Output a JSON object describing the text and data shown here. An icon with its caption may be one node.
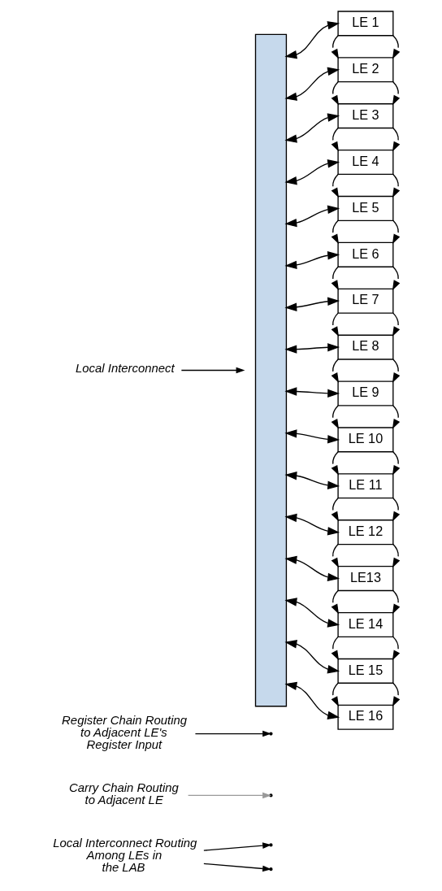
{
  "diagram": {
    "nodes": [
      {
        "text": [
          "Local Interconnect Routing Among LEs in the LAB"
        ]
      },
      {
        "text": [
          "Carry Chain Routing to Adjacent LE"
        ]
      },
      {
        "text": [
          "Register Chain Routing to Adjacent LE's Register Input"
        ]
      },
      {
        "text": [
          "Local Interconnect"
        ]
      },
      {
        "text": [],
        "shape": "bar"
      },
      {
        "text": [
          "LE 1"
        ]
      },
      {
        "text": [
          "LE 2"
        ]
      },
      {
        "text": [
          "LE 3"
        ]
      },
      {
        "text": [
          "LE 4"
        ]
      },
      {
        "text": [
          "LE 5"
        ]
      },
      {
        "text": [
          "LE 6"
        ]
      },
      {
        "text": [
          "LE 7"
        ]
      },
      {
        "text": [
          "LE 8"
        ]
      },
      {
        "text": [
          "LE 9"
        ]
      },
      {
        "text": [
          "LE 10"
        ]
      },
      {
        "text": [
          "LE 11"
        ]
      },
      {
        "text": [
          "LE 12"
        ]
      },
      {
        "text": [
          "LE13"
        ]
      },
      {
        "text": [
          "LE 14"
        ]
      },
      {
        "text": [
          "LE 15"
        ]
      },
      {
        "text": [
          "LE 16"
        ]
      }
    ],
    "edges": [
      {
        "from": 0,
        "to": null,
        "arrow": "to"
      },
      {
        "from": 0,
        "to": null,
        "arrow": "to"
      },
      {
        "from": 1,
        "to": null,
        "arrow": "to",
        "color": "#999999"
      },
      {
        "from": 2,
        "to": null,
        "arrow": "to"
      },
      {
        "from": 3,
        "to": 4,
        "arrow": "to"
      },
      {
        "from": 4,
        "to": 5,
        "arrow": "both"
      },
      {
        "from": 4,
        "to": 6,
        "arrow": "both"
      },
      {
        "from": 4,
        "to": 7,
        "arrow": "both"
      },
      {
        "from": 4,
        "to": 8,
        "arrow": "both"
      },
      {
        "from": 4,
        "to": 9,
        "arrow": "both"
      },
      {
        "from": 4,
        "to": 10,
        "arrow": "both"
      },
      {
        "from": 4,
        "to": 11,
        "arrow": "both"
      },
      {
        "from": 4,
        "to": 12,
        "arrow": "both"
      },
      {
        "from": 4,
        "to": 13,
        "arrow": "both"
      },
      {
        "from": 4,
        "to": 14,
        "arrow": "both"
      },
      {
        "from": 4,
        "to": 15,
        "arrow": "both"
      },
      {
        "from": 4,
        "to": 16,
        "arrow": "both"
      },
      {
        "from": 4,
        "to": 17,
        "arrow": "both"
      },
      {
        "from": 4,
        "to": 18,
        "arrow": "both"
      },
      {
        "from": 4,
        "to": 19,
        "arrow": "both"
      },
      {
        "from": 4,
        "to": 20,
        "arrow": "both"
      },
      {
        "from": 5,
        "to": 6,
        "arrow": "to"
      },
      {
        "from": 5,
        "to": 6,
        "arrow": "to"
      },
      {
        "from": 6,
        "to": 7,
        "arrow": "to"
      },
      {
        "from": 6,
        "to": 7,
        "arrow": "to"
      },
      {
        "from": 7,
        "to": 8,
        "arrow": "to"
      },
      {
        "from": 7,
        "to": 8,
        "arrow": "to"
      },
      {
        "from": 8,
        "to": 9,
        "arrow": "to"
      },
      {
        "from": 8,
        "to": 9,
        "arrow": "to"
      },
      {
        "from": 9,
        "to": 10,
        "arrow": "to"
      },
      {
        "from": 9,
        "to": 10,
        "arrow": "to"
      },
      {
        "from": 10,
        "to": 11,
        "arrow": "to"
      },
      {
        "from": 10,
        "to": 11,
        "arrow": "to"
      },
      {
        "from": 11,
        "to": 12,
        "arrow": "to"
      },
      {
        "from": 11,
        "to": 12,
        "arrow": "to"
      },
      {
        "from": 12,
        "to": 13,
        "arrow": "to"
      },
      {
        "from": 12,
        "to": 13,
        "arrow": "to"
      },
      {
        "from": 13,
        "to": 14,
        "arrow": "to"
      },
      {
        "from": 13,
        "to": 14,
        "arrow": "to"
      },
      {
        "from": 14,
        "to": 15,
        "arrow": "to"
      },
      {
        "from": 14,
        "to": 15,
        "arrow": "to"
      },
      {
        "from": 15,
        "to": 16,
        "arrow": "to"
      },
      {
        "from": 15,
        "to": 16,
        "arrow": "to"
      },
      {
        "from": 16,
        "to": 17,
        "arrow": "to"
      },
      {
        "from": 16,
        "to": 17,
        "arrow": "to"
      },
      {
        "from": 17,
        "to": 18,
        "arrow": "to"
      },
      {
        "from": 17,
        "to": 18,
        "arrow": "to"
      },
      {
        "from": 18,
        "to": 19,
        "arrow": "to"
      },
      {
        "from": 18,
        "to": 19,
        "arrow": "to"
      },
      {
        "from": 19,
        "to": 20,
        "arrow": "to"
      },
      {
        "from": 19,
        "to": 20,
        "arrow": "to"
      }
    ]
  }
}
